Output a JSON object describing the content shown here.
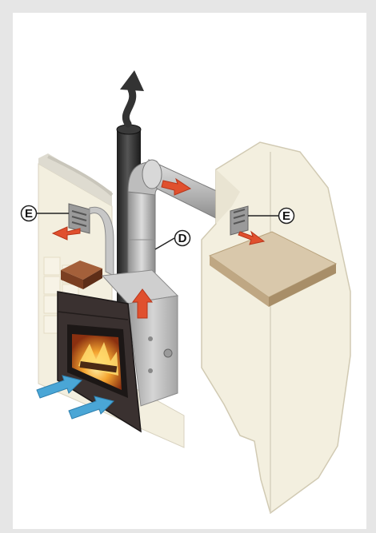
{
  "diagram": {
    "labels": {
      "e_left": "E",
      "d_duct": "D",
      "e_right": "E"
    },
    "colors": {
      "background": "#e6e6e6",
      "panel": "#ffffff",
      "wall": "#f3efdf",
      "fireplace_body": "#3a3130",
      "pipe_dark": "#2e2e2e",
      "duct_gray": "#b9b9b9",
      "hot_air_arrow": "#e0502e",
      "cold_air_arrow": "#4aa6d6",
      "shelf": "#d9c8ab",
      "mantel": "#8c4a2a"
    },
    "icons": [
      "smoke-arrow-icon",
      "hot-air-arrow-icon",
      "cold-air-arrow-icon",
      "vent-grille-icon"
    ]
  }
}
